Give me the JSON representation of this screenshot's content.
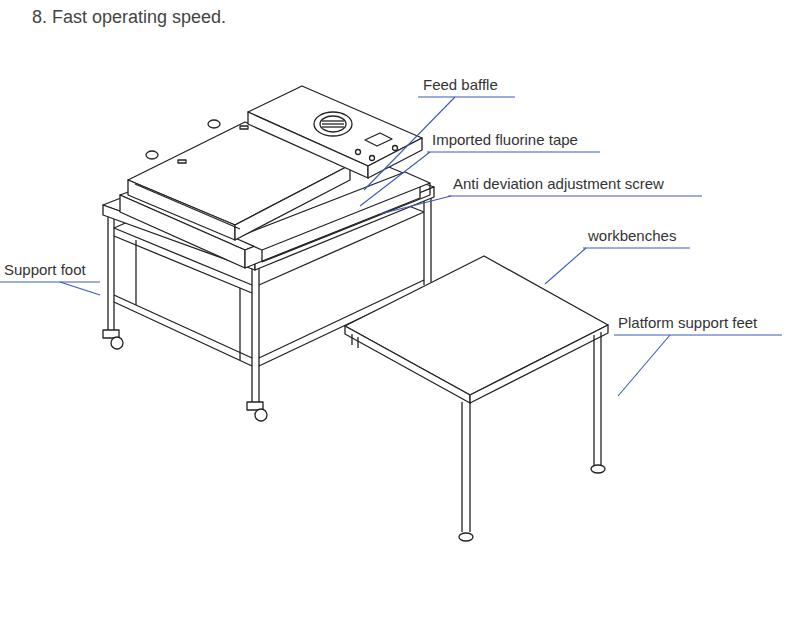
{
  "diagram": {
    "labels": [
      "8. Fast operating speed.",
      "Feed baffle",
      "Imported fluorine tape",
      "Anti deviation adjustment screw",
      "workbenches",
      "Support foot",
      "Platform support feet"
    ]
  }
}
